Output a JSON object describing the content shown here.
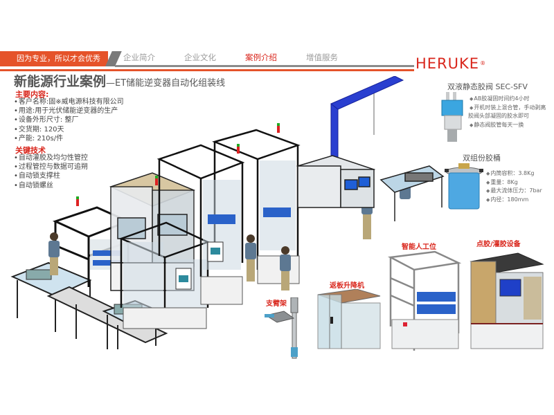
{
  "header": {
    "slogan": "因为专业，所以才会优秀",
    "nav": [
      {
        "label": "企业简介",
        "active": false
      },
      {
        "label": "企业文化",
        "active": false
      },
      {
        "label": "案例介绍",
        "active": true
      },
      {
        "label": "增值服务",
        "active": false
      }
    ],
    "logo": "HERUKE",
    "logo_mark": "®"
  },
  "title": {
    "main": "新能源行业案例",
    "sub": "—ET储能逆变器自动化组装线"
  },
  "main_content": {
    "heading": "主要内容:",
    "items": [
      "客户名称:固※威电源科技有限公司",
      "用途:用于光伏储能逆变器的生产",
      "设备外形尺寸: 整厂",
      "交货期: 120天",
      "产能:  210s/件"
    ]
  },
  "key_tech": {
    "heading": "关键技术",
    "items": [
      "自动灌胶及均匀性管控",
      "过程管控与数据可追朔",
      "自动锁支撑柱",
      "自动锁螺丝"
    ]
  },
  "valve": {
    "title": "双液静态胶阀 SEC-SFV",
    "bullets": [
      "AB胶凝固时间约4小时",
      "开机时装上混合管，手动剥离",
      "胶阀头部凝固的胶水即可",
      "静态阀胶管每天一换"
    ]
  },
  "tank": {
    "title": "双组份胶桶",
    "bullets": [
      "内筒容积：3.8Kg",
      "重量：8Kg",
      "最大流体压力：7bar",
      "内径：180mm"
    ]
  },
  "labels": {
    "smart_station": "智能人工位",
    "dispensing": "点胶/灌胶设备",
    "return_lift": "返板升降机",
    "arm_support": "支臂架"
  },
  "colors": {
    "accent": "#e5532a",
    "brand_red": "#d9261c",
    "nav_grey": "#9a9a9a",
    "crane_blue": "#2a3fd0"
  }
}
